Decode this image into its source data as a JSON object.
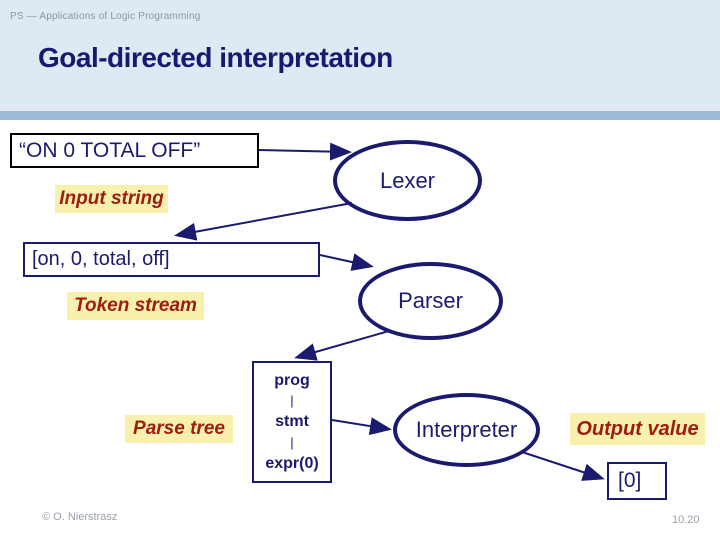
{
  "slide": {
    "header": "PS — Applications of Logic Programming",
    "title": "Goal-directed interpretation",
    "footer_left": "© O. Nierstrasz",
    "page_number": "10.20"
  },
  "diagram": {
    "input_box": "“ON 0 TOTAL OFF”",
    "input_label": "Input string",
    "lexer": "Lexer",
    "token_box": "[on, 0, total, off]",
    "token_label": "Token stream",
    "parser": "Parser",
    "tree_nodes": [
      "prog",
      "|",
      "stmt",
      "|",
      "expr(0)"
    ],
    "tree_label": "Parse tree",
    "interpreter": "Interpreter",
    "output_label": "Output value",
    "output_box": "[0]"
  },
  "colors": {
    "header_bg": "#dfe9f4",
    "band": "#9fbbdb",
    "navy": "#1a1a6e",
    "title_navy": "#191970",
    "label_bg": "#f8f1ae",
    "label_text": "#9e1c10",
    "muted_gray": "#9aa0ae"
  }
}
